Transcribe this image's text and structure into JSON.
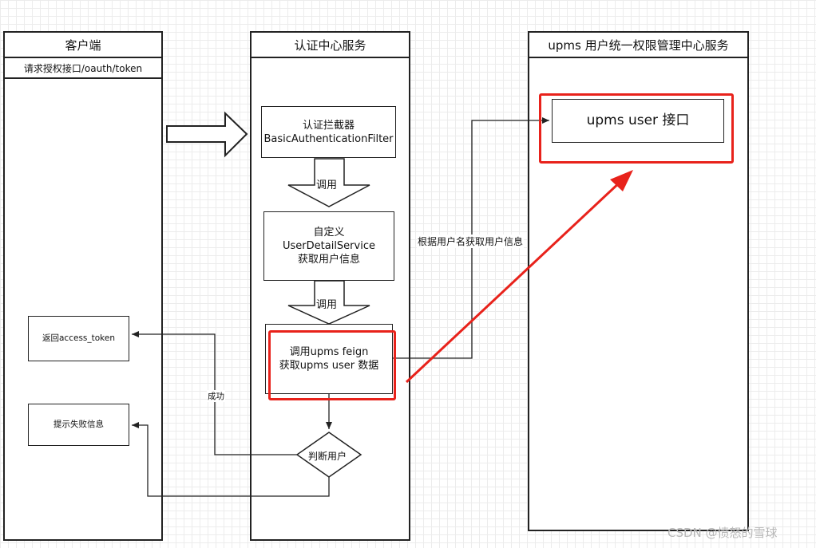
{
  "lanes": {
    "client": {
      "title": "客户端",
      "subtitle": "请求授权接口/oauth/token"
    },
    "auth": {
      "title": "认证中心服务"
    },
    "upms": {
      "title": "upms 用户统一权限管理中心服务"
    }
  },
  "nodes": {
    "filter": {
      "line1": "认证拦截器",
      "line2": "BasicAuthenticationFilter"
    },
    "detail_service": {
      "line1": "自定义",
      "line2": "UserDetailService",
      "line3": "获取用户信息"
    },
    "feign": {
      "line1": "调用upms feign",
      "line2": "获取upms user 数据"
    },
    "judge": {
      "label": "判断用户"
    },
    "return_token": {
      "label": "返回access_token"
    },
    "fail_info": {
      "label": "提示失败信息"
    },
    "upms_user": {
      "label": "upms user 接口"
    }
  },
  "edges": {
    "call_1": "调用",
    "call_2": "调用",
    "by_username": "根据用户名获取用户信息",
    "success": "成功"
  },
  "watermark": "CSDN @愤怒的雪球",
  "colors": {
    "highlight": "#e8221b",
    "stroke": "#222222"
  }
}
